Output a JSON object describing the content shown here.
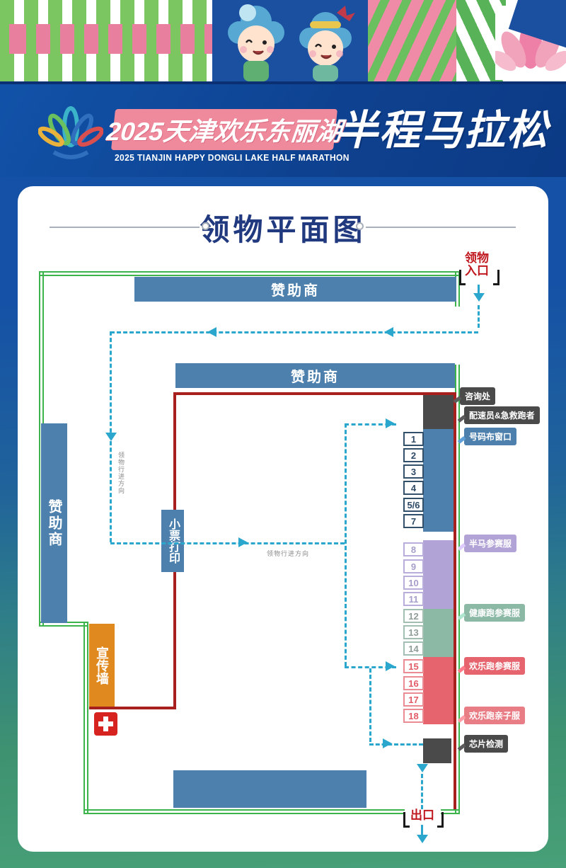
{
  "header": {
    "title_zh": "2025天津欢乐东丽湖",
    "title_main": "半程马拉松",
    "subtitle_en": "2025 TIANJIN HAPPY DONGLI LAKE HALF MARATHON"
  },
  "card": {
    "title": "领物平面图"
  },
  "map": {
    "sponsor": "赞助商",
    "entrance_line1": "领物",
    "entrance_line2": "入口",
    "exit": "出口",
    "flow_label": "领物行进方向",
    "receipt_print": "小票打印",
    "promo_wall": "宣传墙",
    "medical": "medical-cross",
    "windows": [
      "1",
      "2",
      "3",
      "4",
      "5/6",
      "7",
      "8",
      "9",
      "10",
      "11",
      "12",
      "13",
      "14",
      "15",
      "16",
      "17",
      "18"
    ],
    "badges": {
      "info": "咨询处",
      "pacer": "配速员&急救跑者",
      "bib": "号码布窗口",
      "half": "半马参赛服",
      "health": "健康跑参赛服",
      "fun": "欢乐跑参赛服",
      "family": "欢乐跑亲子服",
      "chip": "芯片检测"
    },
    "colors": {
      "route_red": "#a8201e",
      "boundary_green": "#3cb44b",
      "flow_blue": "#2ba7cd",
      "sponsor_blue": "#4d80ad",
      "half_purple": "#b2a3d6",
      "health_teal": "#8cb8a6",
      "fun_red": "#e5646e",
      "family_pink": "#e87d85",
      "promo_orange": "#e0891e",
      "dark_gray": "#4a4a4a"
    }
  }
}
